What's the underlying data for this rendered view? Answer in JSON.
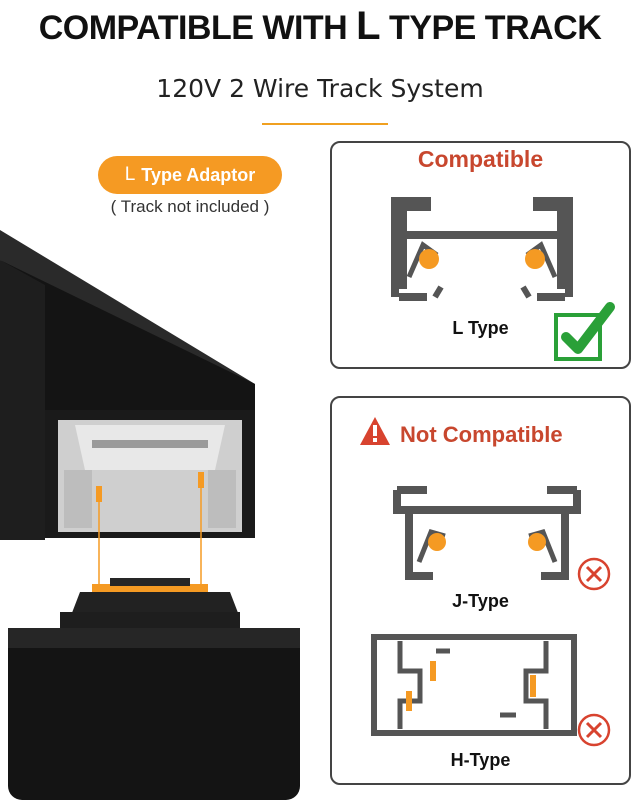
{
  "header": {
    "title_prefix": "COMPATIBLE WITH ",
    "title_letter": "L",
    "title_suffix": " TYPE TRACK",
    "subtitle": "120V 2 Wire Track System"
  },
  "adaptor": {
    "symbol": "L",
    "label": "Type Adaptor",
    "note": "( Track not included )"
  },
  "compatible": {
    "title": "Compatible",
    "item_label": "L Type"
  },
  "not_compatible": {
    "title": "Not Compatible",
    "items": [
      {
        "label": "J-Type"
      },
      {
        "label": "H-Type"
      }
    ]
  },
  "colors": {
    "accent_orange": "#f59a23",
    "title_red": "#c8472e",
    "check_green": "#2aa038",
    "product_black": "#1b1b1b"
  }
}
